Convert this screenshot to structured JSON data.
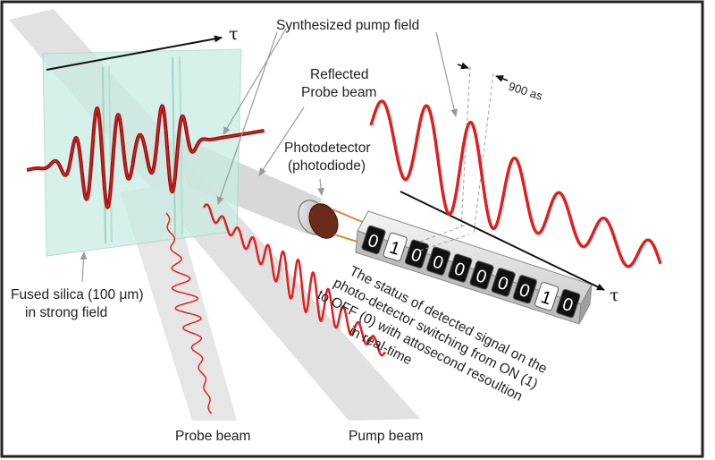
{
  "labels": {
    "pump_field": "Synthesized pump field",
    "reflected_1": "Reflected",
    "reflected_2": "Probe beam",
    "photodetector_1": "Photodetector",
    "photodetector_2": "(photodiode)",
    "fused_silica_1": "Fused silica (100 μm)",
    "fused_silica_2": "in strong field",
    "probe_beam": "Probe beam",
    "pump_beam": "Pump beam",
    "delay": "900 as",
    "tau": "τ"
  },
  "status_text": [
    "The status of detected signal on the",
    "photo-detector switching from ON (1)",
    "to OFF (0) with attosecond resoultion",
    "in real-time"
  ],
  "digits": [
    "0",
    "1",
    "0",
    "0",
    "0",
    "0",
    "0",
    "0",
    "1",
    "0"
  ],
  "highlighted_digits": [
    1,
    8
  ],
  "colors": {
    "pulse_dark": "#8b1010",
    "pulse_red": "#e02020",
    "beam": "#d9d9d9",
    "silica": "#c9ece3",
    "digit_bg": "#111111",
    "digit_hi": "#ffffff"
  }
}
